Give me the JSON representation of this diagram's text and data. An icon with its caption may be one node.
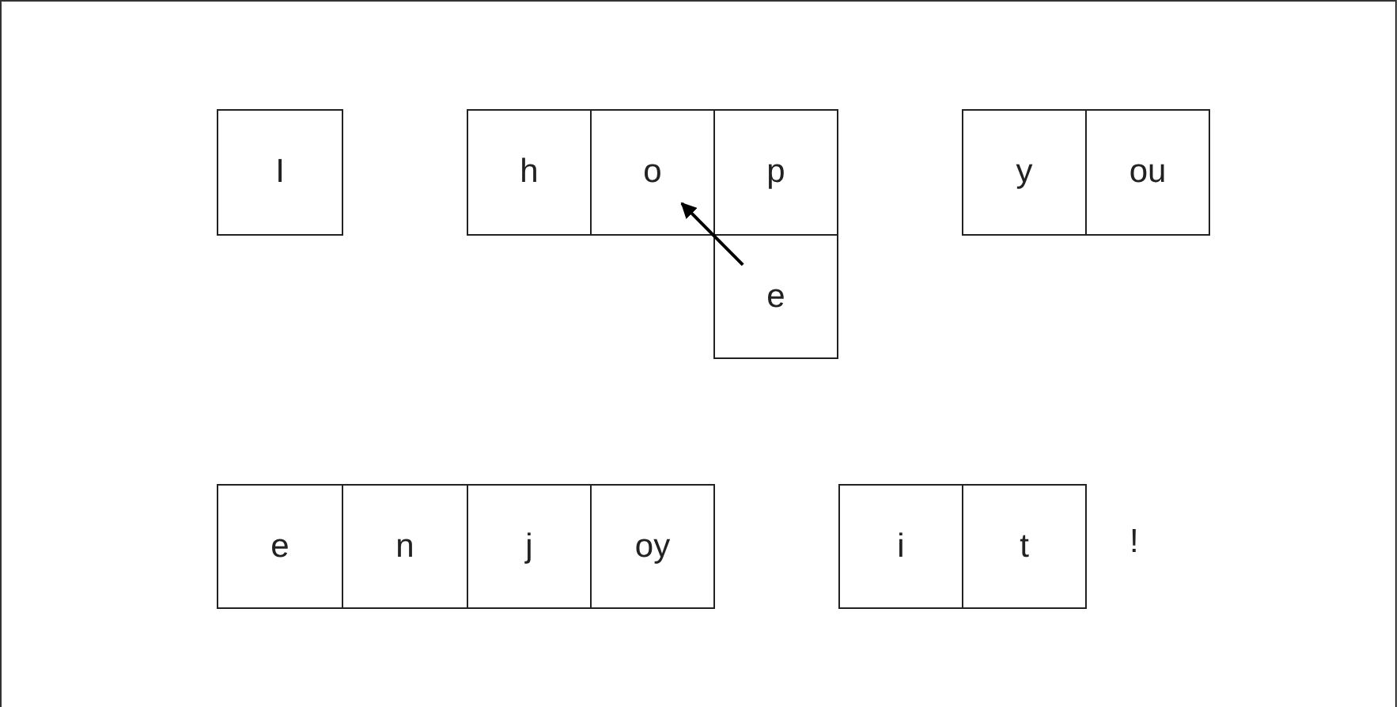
{
  "diagram": {
    "nodes": [
      {
        "text": [
          "I"
        ]
      },
      {
        "text": [
          "h"
        ]
      },
      {
        "text": [
          "o"
        ]
      },
      {
        "text": [
          "p"
        ]
      },
      {
        "text": [
          "e"
        ]
      },
      {
        "text": [
          "y"
        ]
      },
      {
        "text": [
          "ou"
        ]
      },
      {
        "text": [
          "e"
        ]
      },
      {
        "text": [
          "n"
        ]
      },
      {
        "text": [
          "j"
        ]
      },
      {
        "text": [
          "oy"
        ]
      },
      {
        "text": [
          "i"
        ]
      },
      {
        "text": [
          "t"
        ]
      }
    ],
    "edges": [
      {
        "from": 4,
        "to": 2,
        "arrow": "to"
      }
    ],
    "labels": [
      "!"
    ]
  }
}
